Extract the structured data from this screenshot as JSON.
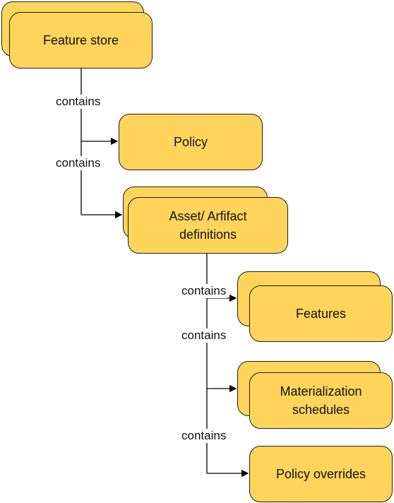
{
  "nodes": {
    "feature_store": "Feature store",
    "policy": "Policy",
    "asset_definitions_line1": "Asset/ Arfifact",
    "asset_definitions_line2": "definitions",
    "features": "Features",
    "materialization_line1": "Materialization",
    "materialization_line2": "schedules",
    "policy_overrides": "Policy overrides"
  },
  "edges": {
    "fs_to_policy": "contains",
    "fs_to_asset": "contains",
    "asset_to_features": "contains",
    "asset_to_materialization": "contains",
    "asset_to_overrides": "contains"
  },
  "colors": {
    "node_fill": "#ffd45a",
    "node_border": "#1f1f1f",
    "connector": "#000000"
  }
}
